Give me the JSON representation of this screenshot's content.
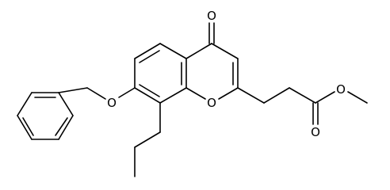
{
  "atoms": {
    "carbonyl_oxygen": "O",
    "ring_oxygen": "O",
    "ether_oxygen": "O",
    "ester_carbonyl_oxygen": "O",
    "ester_oxygen": "O"
  },
  "colors": {
    "bond": "#000000",
    "label": "#000000",
    "background": "#ffffff"
  }
}
